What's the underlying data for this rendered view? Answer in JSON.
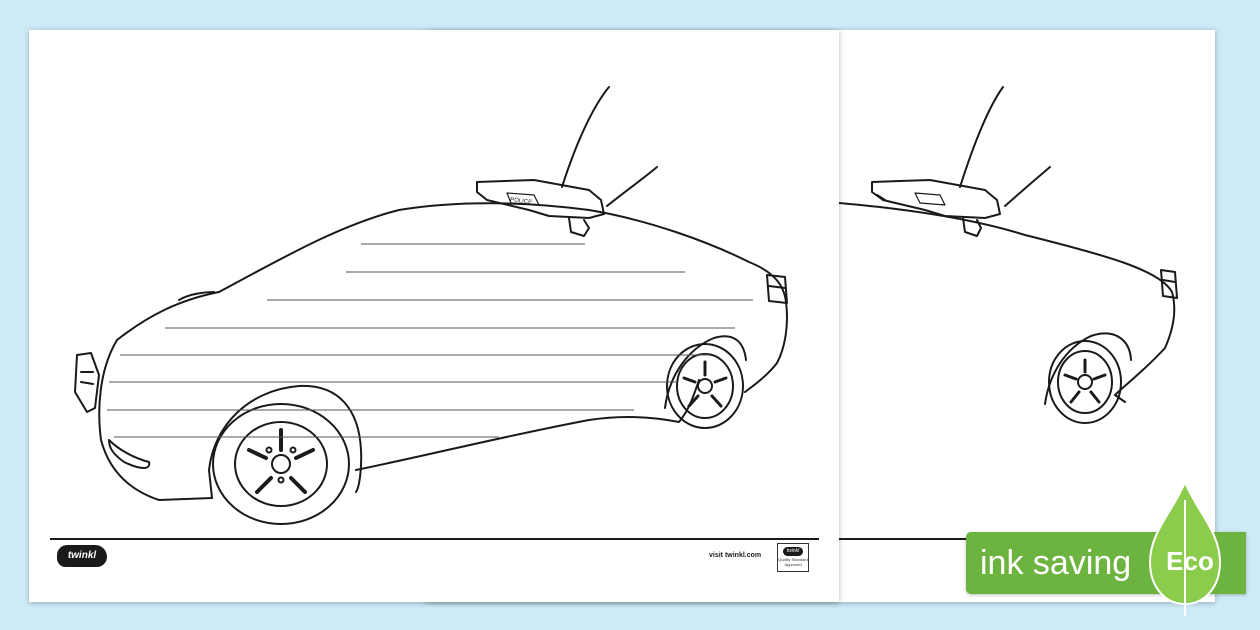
{
  "worksheet": {
    "car_label": "POLICE",
    "logo_text": "twinkl",
    "footer_link": "visit twinkl.com",
    "badge_logo": "twinkl",
    "badge_text": "Quality Standard Approved"
  },
  "eco_banner": {
    "label": "ink saving",
    "badge": "Eco"
  },
  "colors": {
    "background": "#cdeaf7",
    "eco_green": "#6db33f",
    "eco_drop": "#8ccc4c"
  }
}
